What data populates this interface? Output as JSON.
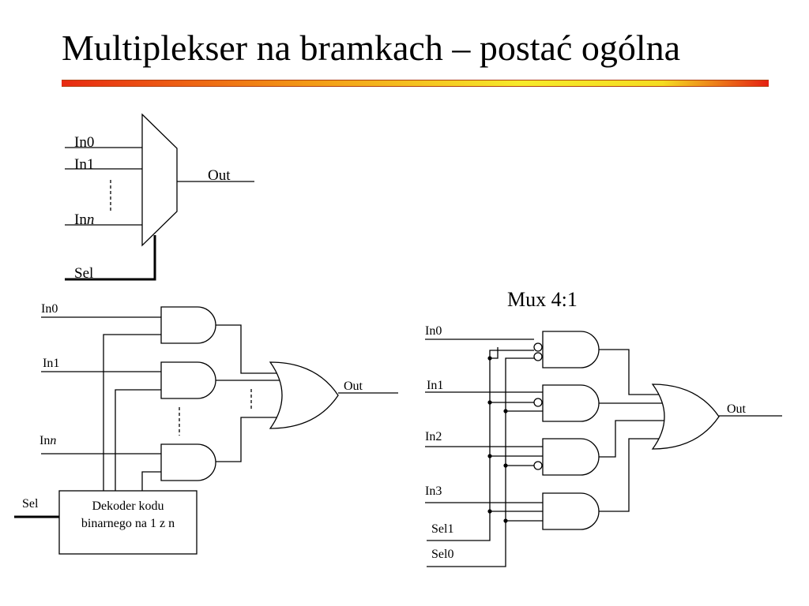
{
  "slide": {
    "title": "Multiplekser na bramkach – postać ogólna",
    "accent_gradient": [
      "#e82a12",
      "#f39a16",
      "#f7ea2a",
      "#e52012"
    ]
  },
  "generic_mux": {
    "inputs": [
      "In0",
      "In1",
      "In"
    ],
    "input_n_suffix": "n",
    "output": "Out",
    "select": "Sel"
  },
  "gate_mux": {
    "inputs": [
      "In0",
      "In1",
      "In"
    ],
    "input_n_suffix": "n",
    "output": "Out",
    "select": "Sel",
    "decoder_line1": "Dekoder kodu",
    "decoder_line2": "binarnego na 1 z n"
  },
  "mux41": {
    "title": "Mux 4:1",
    "inputs": [
      "In0",
      "In1",
      "In2",
      "In3"
    ],
    "select_lines": [
      "Sel1",
      "Sel0"
    ],
    "output": "Out"
  }
}
